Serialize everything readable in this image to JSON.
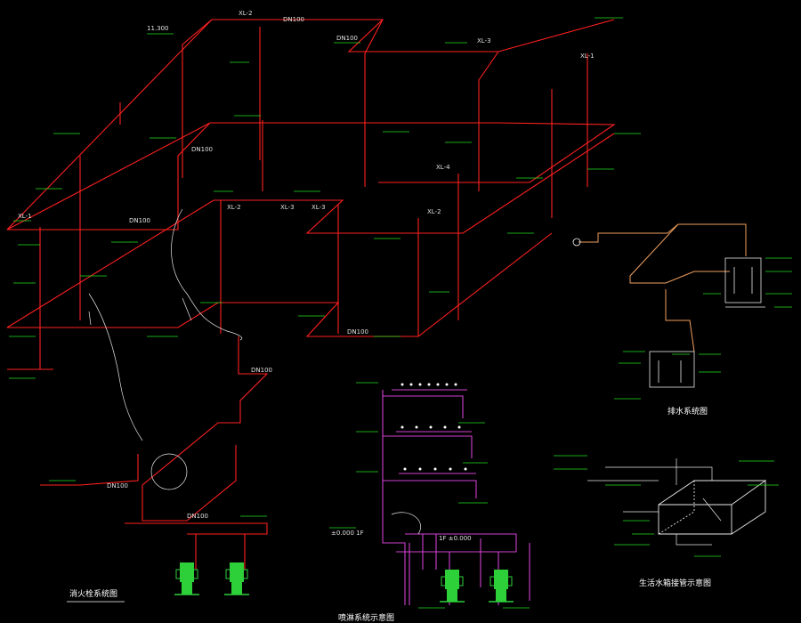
{
  "colors": {
    "background": "#000000",
    "pipe_red": "#ff2020",
    "sprinkler_magenta": "#d040d0",
    "label_white": "#ffffff",
    "annotation_green": "#20e020",
    "pump_green": "#2ed03a",
    "drain_orange": "#f0a060",
    "outline_white": "#e8e8e8"
  },
  "titles": {
    "fire_hydrant_system": "消火栓系统图",
    "sprinkler_system": "喷淋系统示意图",
    "drainage_system": "排水系统图",
    "domestic_water_tank": "生活水箱接管示意图"
  },
  "sprinkler_labels": {
    "floor_1f_level": "±0.000 1F",
    "floor_1f_tag": "1F ±0.000"
  },
  "icons": {
    "pump": "fire-pump-icon",
    "valve": "valve-icon",
    "sprinkler_head": "sprinkler-head-icon",
    "elevation_marker": "elevation-marker-icon"
  }
}
